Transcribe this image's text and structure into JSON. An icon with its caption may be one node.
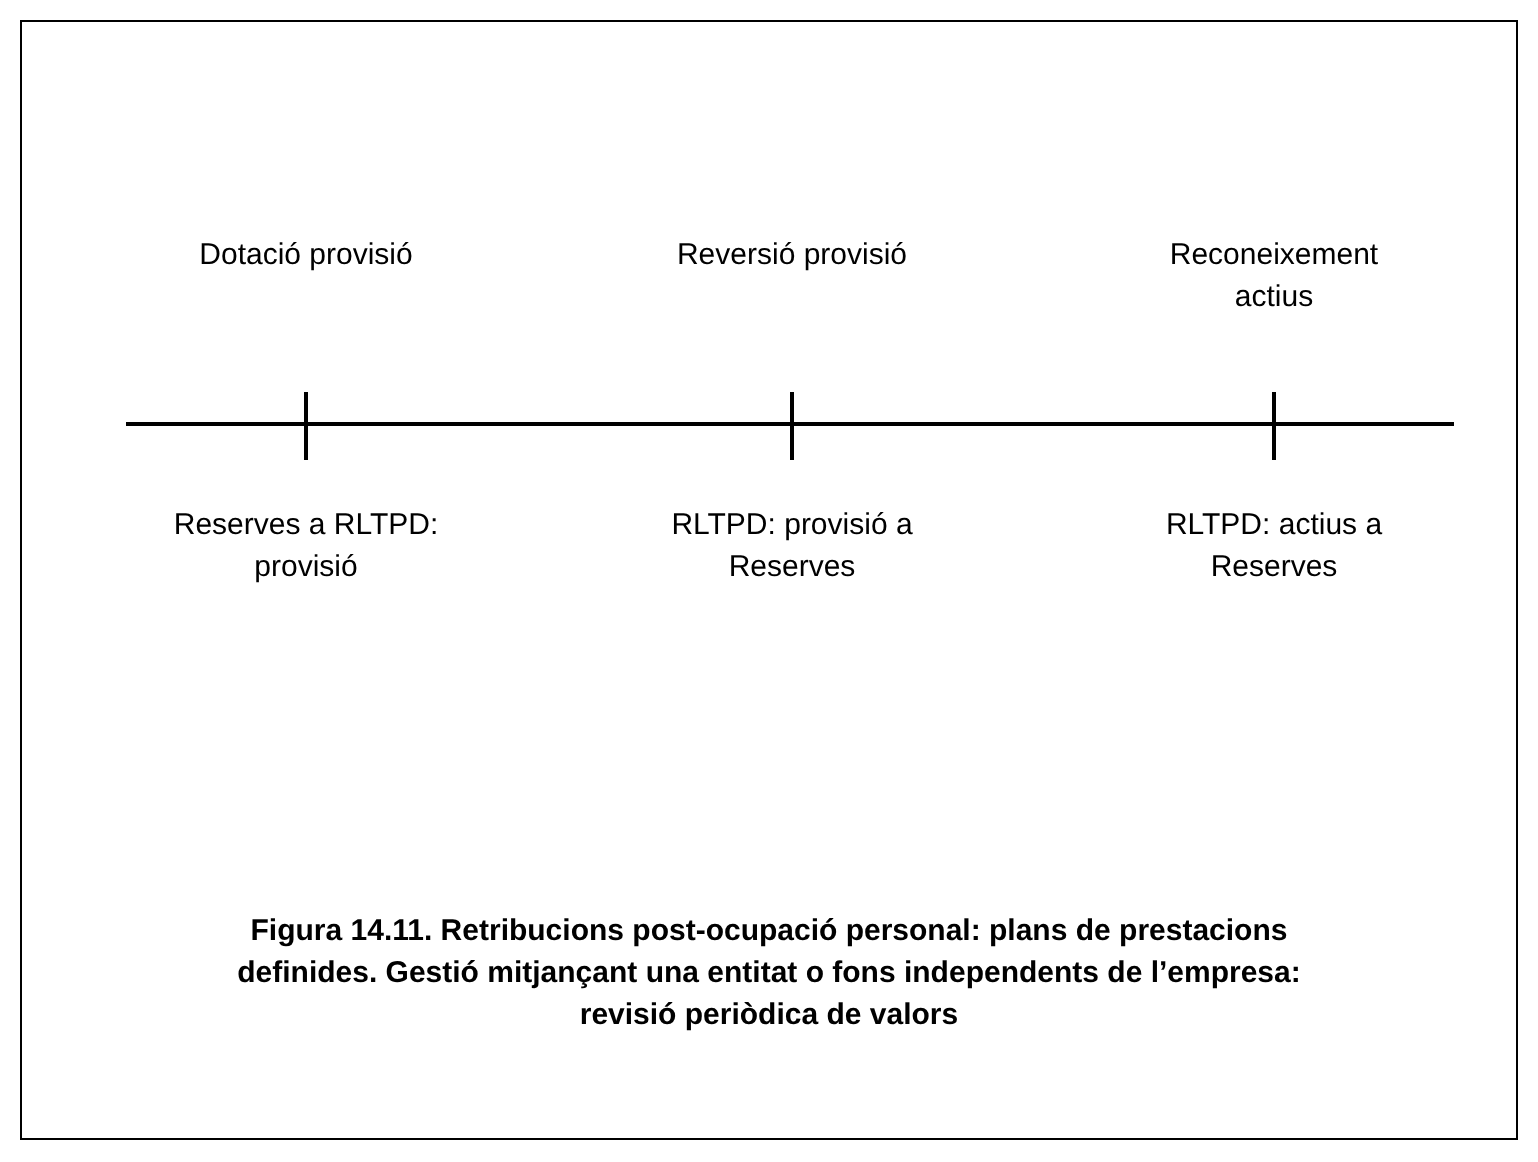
{
  "diagram": {
    "caption": "Figura 14.11. Retribucions post-ocupació personal: plans de prestacions definides. Gestió mitjançant una entitat o fons independents de l’empresa: revisió periòdica de valors",
    "labels": [
      "Dotació provisió",
      "Reversió provisió",
      "Reconeixement actius",
      "Reserves a RLTPD: provisió",
      "RLTPD: provisió a Reserves",
      "RLTPD: actius a Reserves"
    ]
  }
}
